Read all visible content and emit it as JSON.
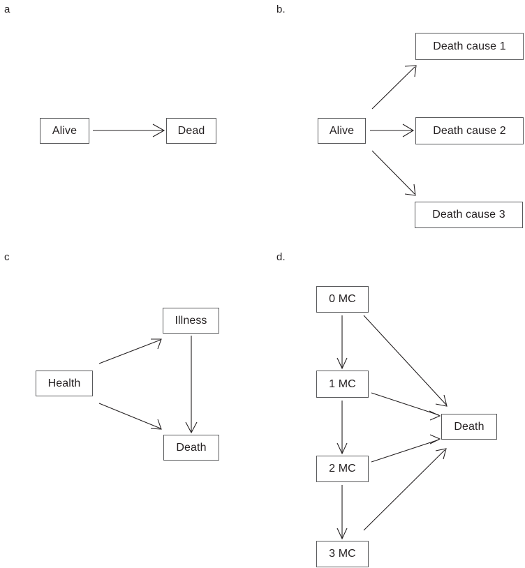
{
  "figure": {
    "background": "#ffffff",
    "box_border_color": "#58595b",
    "text_color": "#231f20",
    "arrow_color": "#231f20"
  },
  "panels": [
    {
      "id": "a",
      "label": "a",
      "nodes": [
        {
          "key": "alive",
          "label": "Alive"
        },
        {
          "key": "dead",
          "label": "Dead"
        }
      ],
      "edges": [
        {
          "from": "Alive",
          "to": "Dead"
        }
      ]
    },
    {
      "id": "b",
      "label": "b.",
      "nodes": [
        {
          "key": "alive",
          "label": "Alive"
        },
        {
          "key": "cause1",
          "label": "Death cause 1"
        },
        {
          "key": "cause2",
          "label": "Death cause 2"
        },
        {
          "key": "cause3",
          "label": "Death cause 3"
        }
      ],
      "edges": [
        {
          "from": "Alive",
          "to": "Death cause 1"
        },
        {
          "from": "Alive",
          "to": "Death cause 2"
        },
        {
          "from": "Alive",
          "to": "Death cause 3"
        }
      ]
    },
    {
      "id": "c",
      "label": "c",
      "nodes": [
        {
          "key": "health",
          "label": "Health"
        },
        {
          "key": "illness",
          "label": "Illness"
        },
        {
          "key": "death",
          "label": "Death"
        }
      ],
      "edges": [
        {
          "from": "Health",
          "to": "Illness"
        },
        {
          "from": "Health",
          "to": "Death"
        },
        {
          "from": "Illness",
          "to": "Death"
        }
      ]
    },
    {
      "id": "d",
      "label": "d.",
      "nodes": [
        {
          "key": "mc0",
          "label": "0 MC"
        },
        {
          "key": "mc1",
          "label": "1 MC"
        },
        {
          "key": "mc2",
          "label": "2 MC"
        },
        {
          "key": "mc3",
          "label": "3 MC"
        },
        {
          "key": "death",
          "label": "Death"
        }
      ],
      "edges": [
        {
          "from": "0 MC",
          "to": "1 MC"
        },
        {
          "from": "1 MC",
          "to": "2 MC"
        },
        {
          "from": "2 MC",
          "to": "3 MC"
        },
        {
          "from": "0 MC",
          "to": "Death"
        },
        {
          "from": "1 MC",
          "to": "Death"
        },
        {
          "from": "2 MC",
          "to": "Death"
        },
        {
          "from": "3 MC",
          "to": "Death"
        }
      ]
    }
  ]
}
